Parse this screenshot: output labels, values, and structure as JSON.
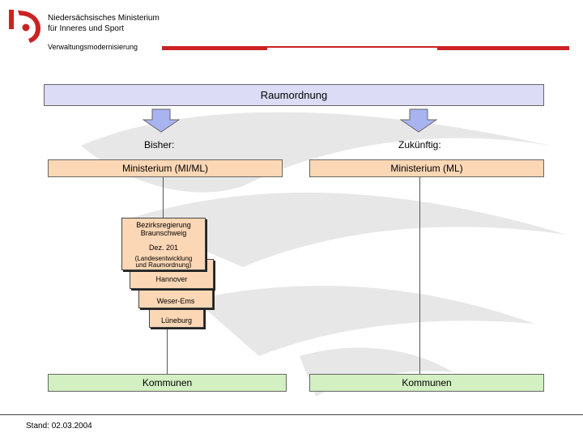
{
  "header": {
    "ministry_line1": "Niedersächsisches Ministerium",
    "ministry_line2": "für Inneres und Sport",
    "department": "Verwaltungsmodernisierung"
  },
  "diagram": {
    "top_box": "Raumordnung",
    "left": {
      "heading": "Bisher:",
      "ministry": "Ministerium (MI/ML)",
      "stack": {
        "front_title_line1": "Bezirksregierung",
        "front_title_line2": "Braunschweig",
        "front_dept": "Dez. 201",
        "front_note_line1": "(Landesentwicklung",
        "front_note_line2": "und Raumordnung)",
        "card2": "Hannover",
        "card3": "Weser-Ems",
        "card4": "Lüneburg"
      },
      "bottom": "Kommunen"
    },
    "right": {
      "heading": "Zukünftig:",
      "ministry": "Ministerium (ML)",
      "bottom": "Kommunen"
    }
  },
  "footer": {
    "stand": "Stand: 02.03.2004"
  }
}
